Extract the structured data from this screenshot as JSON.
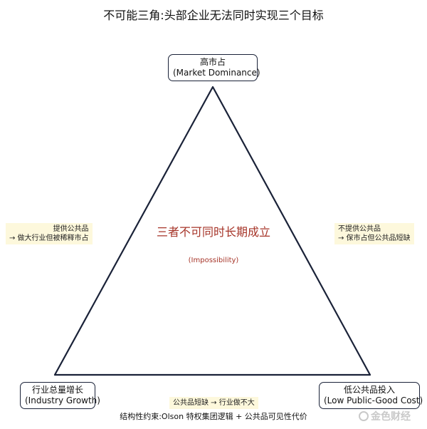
{
  "title": "不可能三角:头部企业无法同时实现三个目标",
  "nodes": {
    "top": {
      "zh": "高市占",
      "en": "(Market Dominance)"
    },
    "left": {
      "zh": "行业总量增长",
      "en": "(Industry Growth)"
    },
    "right": {
      "zh": "低公共品投入",
      "en": "(Low Public-Good Cost)"
    }
  },
  "edge_notes": {
    "left": {
      "line1": "提供公共品",
      "line2": "→ 做大行业但被稀释市占"
    },
    "right": {
      "line1": "不提供公共品",
      "line2": "→ 保市占但公共品短缺"
    },
    "bottom": {
      "line1": "公共品短缺 → 行业做不大"
    }
  },
  "center": {
    "main": "三者不可同时长期成立",
    "sub": "(Impossibility)"
  },
  "footer": "结构性约束:Olson 特权集团逻辑 + 公共品可见性代价",
  "watermark": "金色财经",
  "colors": {
    "accent": "#a63428",
    "line": "#1a2238",
    "note_bg": "#fdf8dc"
  }
}
